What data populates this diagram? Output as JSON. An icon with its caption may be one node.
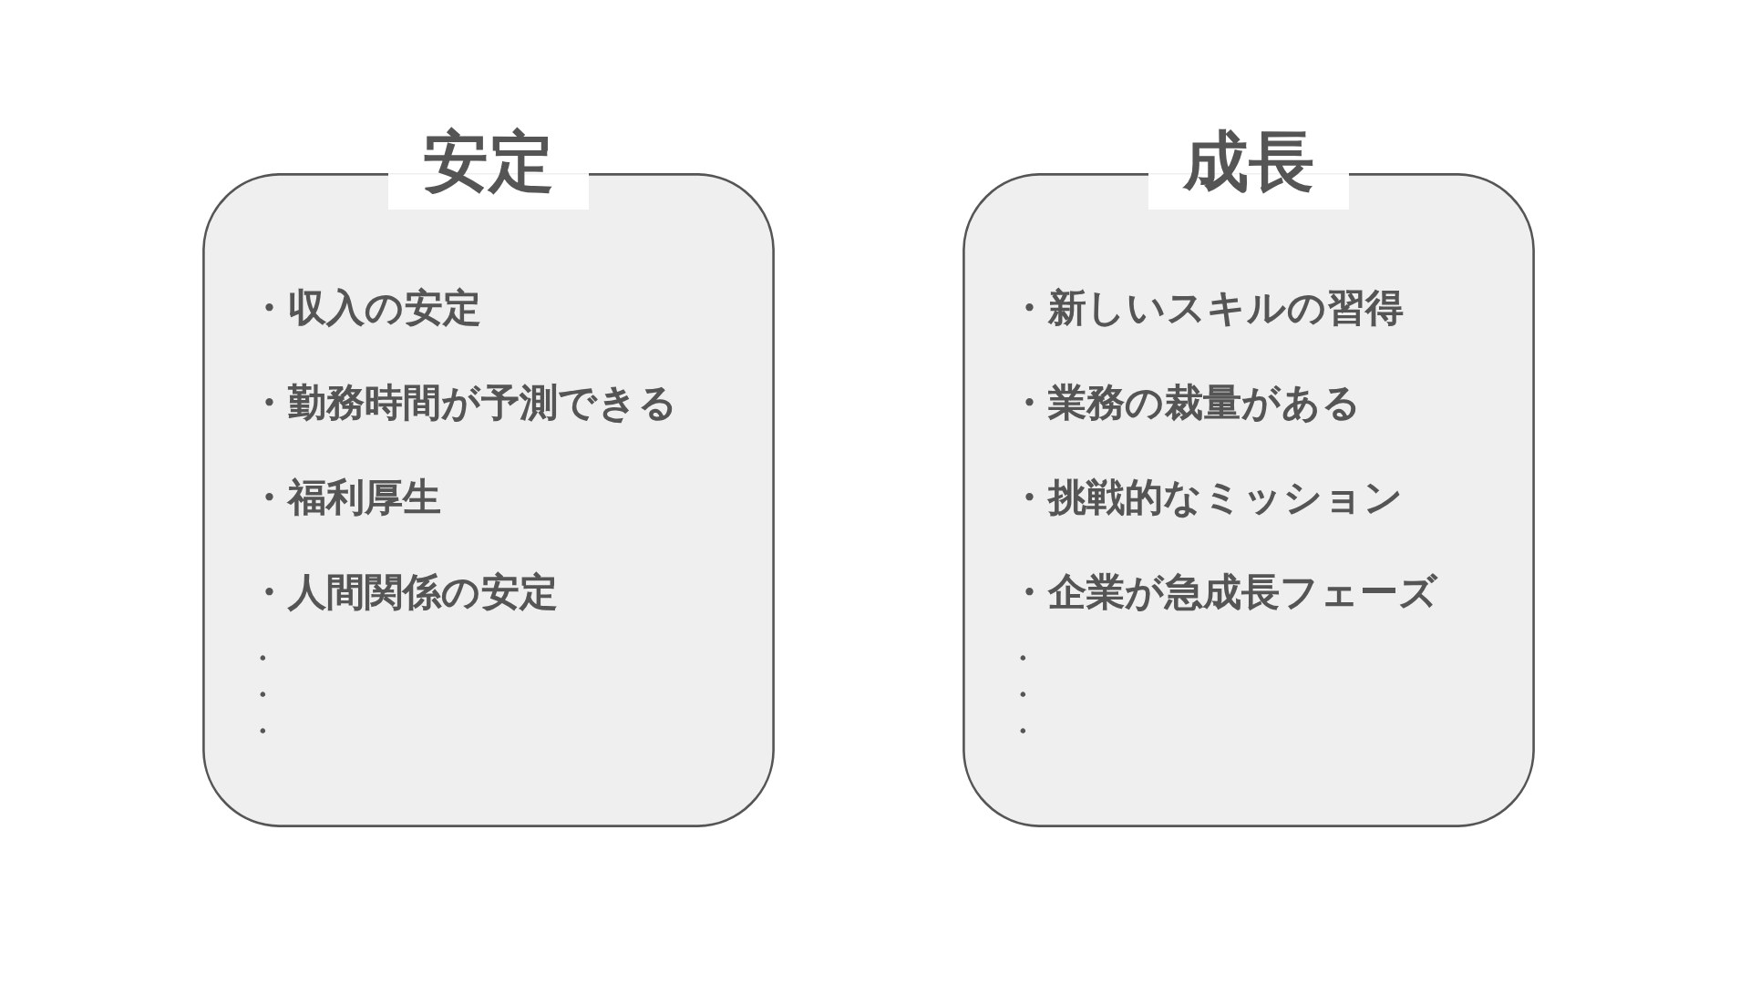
{
  "diagram": {
    "nodes": [
      {
        "text": [
          "安定",
          "・収入の安定",
          "・勤務時間が予測できる",
          "・福利厚生",
          "・人間関係の安定",
          "・",
          "・",
          "・"
        ]
      },
      {
        "text": [
          "成長",
          "・新しいスキルの習得",
          "・業務の裁量がある",
          "・挑戦的なミッション",
          "・企業が急成長フェーズ",
          "・",
          "・",
          "・"
        ]
      }
    ]
  }
}
